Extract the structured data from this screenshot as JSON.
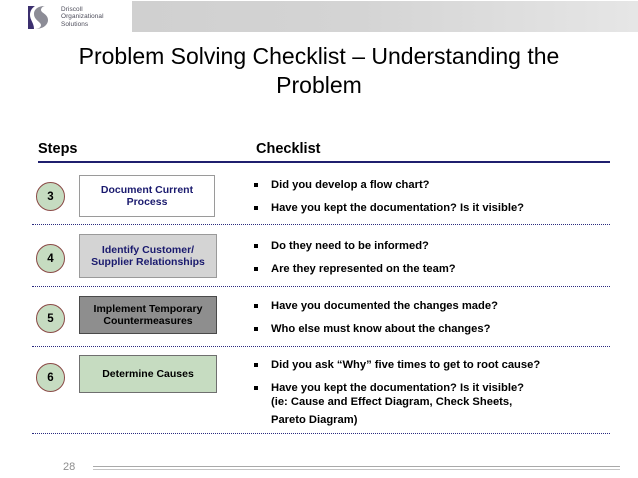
{
  "header": {
    "logo": {
      "icon": "driscoll-logo-mark",
      "line1": "Driscoll",
      "line2": "Organizational",
      "line3": "Solutions"
    }
  },
  "title": "Problem Solving Checklist – Understanding the Problem",
  "columns": {
    "steps_header": "Steps",
    "checklist_header": "Checklist"
  },
  "colors": {
    "header_rule": "#1f1f6e",
    "separator": "#2b2b80",
    "circle_fill": "#c6dcc1",
    "circle_border": "#8a4a46",
    "navy_text": "#1a1a6e",
    "box_white": "#ffffff",
    "box_gray": "#d4d4d4",
    "box_dark_gray": "#8e8e8e",
    "box_green": "#c6dcc1",
    "page_number": "#8d8d8d"
  },
  "rows": [
    {
      "number": "3",
      "step_label": "Document Current Process",
      "box_style": "white",
      "checklist": [
        {
          "text": "Did you develop a flow chart?"
        },
        {
          "text": "Have you kept the documentation? Is it visible?"
        }
      ]
    },
    {
      "number": "4",
      "step_label": "Identify Customer/ Supplier Relationships",
      "box_style": "gray",
      "checklist": [
        {
          "text": "Do they need to be informed?"
        },
        {
          "text": "Are they represented on the team?"
        }
      ]
    },
    {
      "number": "5",
      "step_label": "Implement Temporary Countermeasures",
      "box_style": "dgray",
      "checklist": [
        {
          "text": "Have you documented the changes made?"
        },
        {
          "text": "Who else must know about the changes?"
        }
      ]
    },
    {
      "number": "6",
      "step_label": "Determine Causes",
      "box_style": "green",
      "checklist": [
        {
          "text": "Did you ask “Why” five times to get to root cause?"
        },
        {
          "text": "Have you kept the documentation? Is it visible?",
          "sub1": "(ie: Cause and Effect Diagram, Check Sheets,",
          "sub2": "Pareto Diagram)"
        }
      ]
    }
  ],
  "footer": {
    "page_number": "28"
  }
}
